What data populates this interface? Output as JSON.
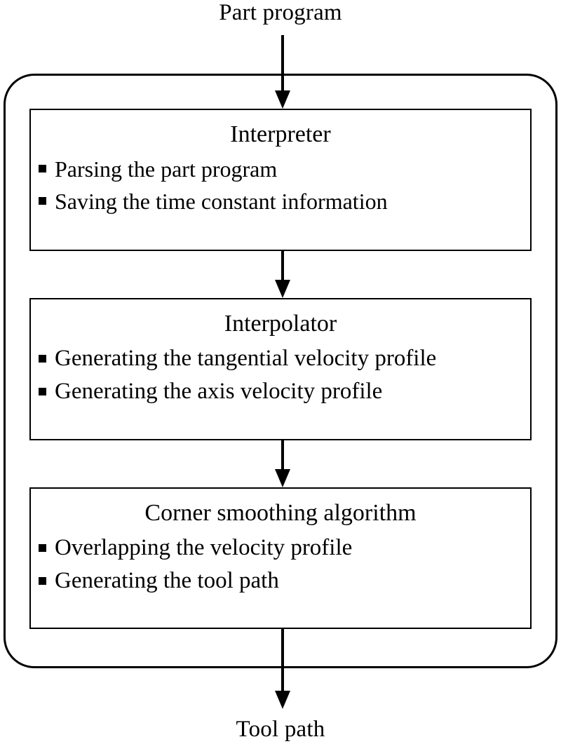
{
  "diagram": {
    "type": "flowchart",
    "orientation": "vertical",
    "title_top": "Part program",
    "title_bottom": "Tool path",
    "colors": {
      "stroke": "#000000",
      "background": "#ffffff",
      "text": "#000000"
    },
    "container": {
      "label": "cnc-controller-pipeline",
      "shape": "rounded-rectangle"
    },
    "stages": [
      {
        "title": "Interpreter",
        "bullets": [
          "Parsing the part program",
          "Saving the time constant information"
        ]
      },
      {
        "title": "Interpolator",
        "bullets": [
          "Generating the tangential velocity profile",
          "Generating the axis velocity profile"
        ]
      },
      {
        "title": "Corner smoothing algorithm",
        "bullets": [
          "Overlapping the velocity profile",
          "Generating the tool path"
        ]
      }
    ],
    "connectors": [
      {
        "name": "entry",
        "from": "Part program",
        "to": "Interpreter"
      },
      {
        "name": "interpreter-to-interpolator",
        "from": "Interpreter",
        "to": "Interpolator"
      },
      {
        "name": "interpolator-to-corner-smoothing",
        "from": "Interpolator",
        "to": "Corner smoothing algorithm"
      },
      {
        "name": "exit",
        "from": "Corner smoothing algorithm",
        "to": "Tool path"
      }
    ]
  }
}
